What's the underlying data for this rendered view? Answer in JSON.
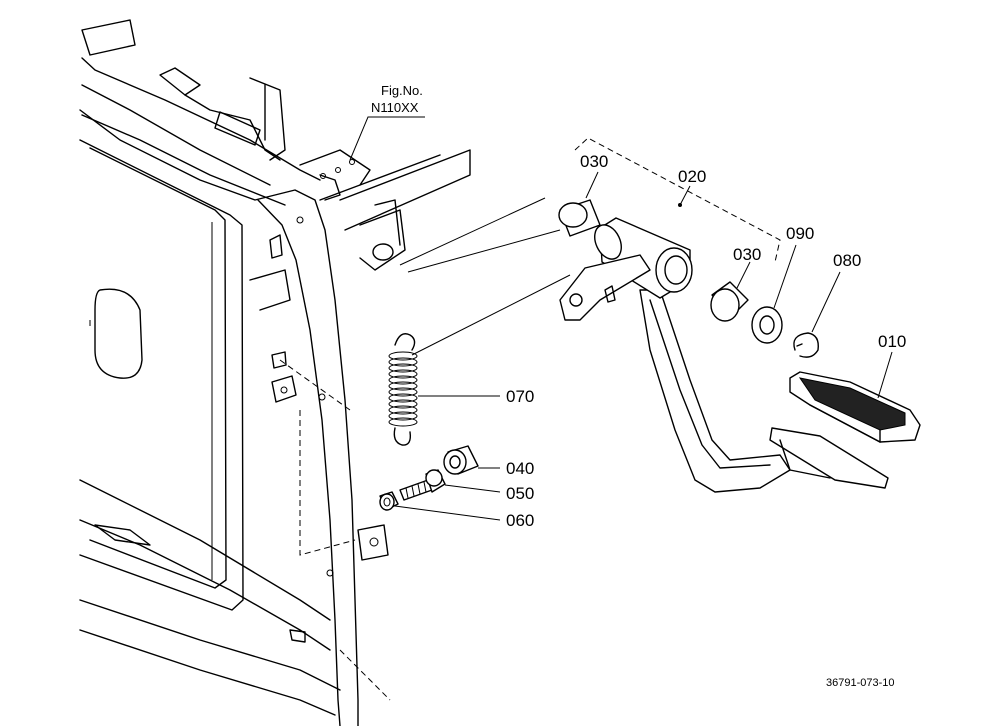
{
  "figure_ref": {
    "line1": "Fig.No.",
    "line2": "N110XX"
  },
  "parts": [
    {
      "id": "p010",
      "number": "010"
    },
    {
      "id": "p020",
      "number": "020"
    },
    {
      "id": "p030a",
      "number": "030"
    },
    {
      "id": "p030b",
      "number": "030"
    },
    {
      "id": "p040",
      "number": "040"
    },
    {
      "id": "p050",
      "number": "050"
    },
    {
      "id": "p060",
      "number": "060"
    },
    {
      "id": "p070",
      "number": "070"
    },
    {
      "id": "p080",
      "number": "080"
    },
    {
      "id": "p090",
      "number": "090"
    }
  ],
  "drawing_code": "36791-073-10"
}
